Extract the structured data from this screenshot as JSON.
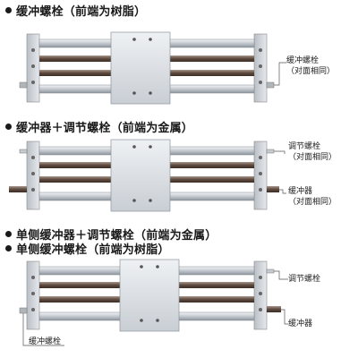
{
  "sections": [
    {
      "title": "缓冲螺栓（前端为树脂）",
      "callouts": [
        {
          "line1": "缓冲螺栓",
          "line2": "（对面相同）"
        }
      ]
    },
    {
      "title": "缓冲器＋调节螺栓（前端为金属）",
      "callouts": [
        {
          "line1": "调节螺栓",
          "line2": "（对面相同）"
        },
        {
          "line1": "缓冲器",
          "line2": "（对面相同）"
        }
      ]
    },
    {
      "titles": [
        "单侧缓冲器＋调节螺栓（前端为金属）",
        "单侧缓冲螺栓（前端为树脂）"
      ],
      "callouts": [
        {
          "line1": "调节螺栓"
        },
        {
          "line1": "缓冲器"
        },
        {
          "line1": "缓冲螺栓"
        }
      ]
    }
  ],
  "colors": {
    "rail": "#c9ced4",
    "rail_dark": "#8d949c",
    "rod": "#6f5a4c",
    "carriage": "#dfe3e7",
    "bolt": "#b0b5ba",
    "leader": "#555555"
  }
}
